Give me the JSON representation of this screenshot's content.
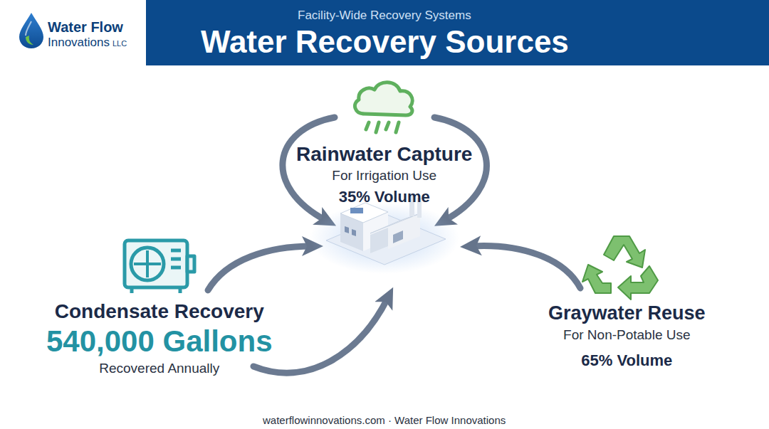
{
  "diagram": {
    "title": "Water Recovery Sources",
    "caption": "waterflowinnovations.com · Water Flow Innovations",
    "nodes": [
      {
        "text": [
          "Rainwater Capture",
          "For Irrigation Use",
          "35% Volume"
        ]
      },
      {
        "text": [
          "Condensate Recovery",
          "540,000 Gallons",
          "Recovered Annually"
        ]
      },
      {
        "text": [
          "Graywater Reuse",
          "For Non-Potable Use",
          "65% Volume"
        ]
      }
    ],
    "labels": [
      "Facility-Wide Recovery Systems",
      "Water Flow",
      "Innovations",
      "LLC"
    ]
  }
}
